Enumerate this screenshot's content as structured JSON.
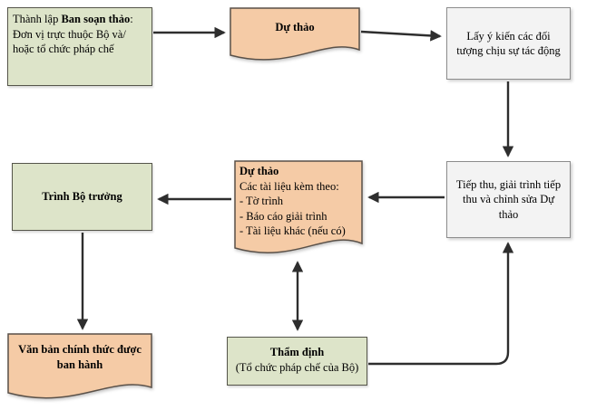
{
  "diagram": {
    "colors": {
      "green_fill": "#dde4c9",
      "green_border": "#55554a",
      "orange_fill": "#f5cba6",
      "orange_border": "#5a5149",
      "white_fill": "#f3f3f3",
      "white_border": "#8c8c8c",
      "arrow_color": "#2e2e2e"
    },
    "nodes": {
      "thanh_lap": {
        "line1_prefix": "Thành lập ",
        "line1_bold": "Ban soạn thảo",
        "line1_suffix": ":",
        "line2": "Đơn vị trực thuộc Bộ và/",
        "line3": "hoặc tổ chức pháp chế"
      },
      "du_thao_1": {
        "label": "Dự thảo"
      },
      "lay_y_kien": {
        "label": "Lấy ý kiến các đối tượng chịu sự tác động"
      },
      "tiep_thu": {
        "label": "Tiếp thu, giải trình tiếp thu và chỉnh sửa Dự thảo"
      },
      "du_thao_2": {
        "title": "Dự thảo",
        "lines": [
          "Các tài liệu kèm theo:",
          "- Tờ trình",
          "- Báo cáo giải trình",
          "- Tài liệu khác (nếu có)"
        ]
      },
      "trinh_bo_truong": {
        "label": "Trình Bộ trưởng"
      },
      "van_ban": {
        "label": "Văn bản chính thức được ban hành"
      },
      "tham_dinh": {
        "title": "Thẩm định",
        "subtitle": "(Tổ chức pháp chế của Bộ)"
      }
    },
    "edges": [
      {
        "from": "thanh_lap",
        "to": "du_thao_1",
        "type": "arrow"
      },
      {
        "from": "du_thao_1",
        "to": "lay_y_kien",
        "type": "arrow"
      },
      {
        "from": "lay_y_kien",
        "to": "tiep_thu",
        "type": "arrow"
      },
      {
        "from": "tiep_thu",
        "to": "du_thao_2",
        "type": "arrow"
      },
      {
        "from": "du_thao_2",
        "to": "trinh_bo_truong",
        "type": "arrow"
      },
      {
        "from": "du_thao_2",
        "to": "tham_dinh",
        "type": "double-arrow"
      },
      {
        "from": "tham_dinh",
        "to": "tiep_thu",
        "type": "elbow-arrow"
      },
      {
        "from": "trinh_bo_truong",
        "to": "van_ban",
        "type": "arrow"
      }
    ]
  }
}
